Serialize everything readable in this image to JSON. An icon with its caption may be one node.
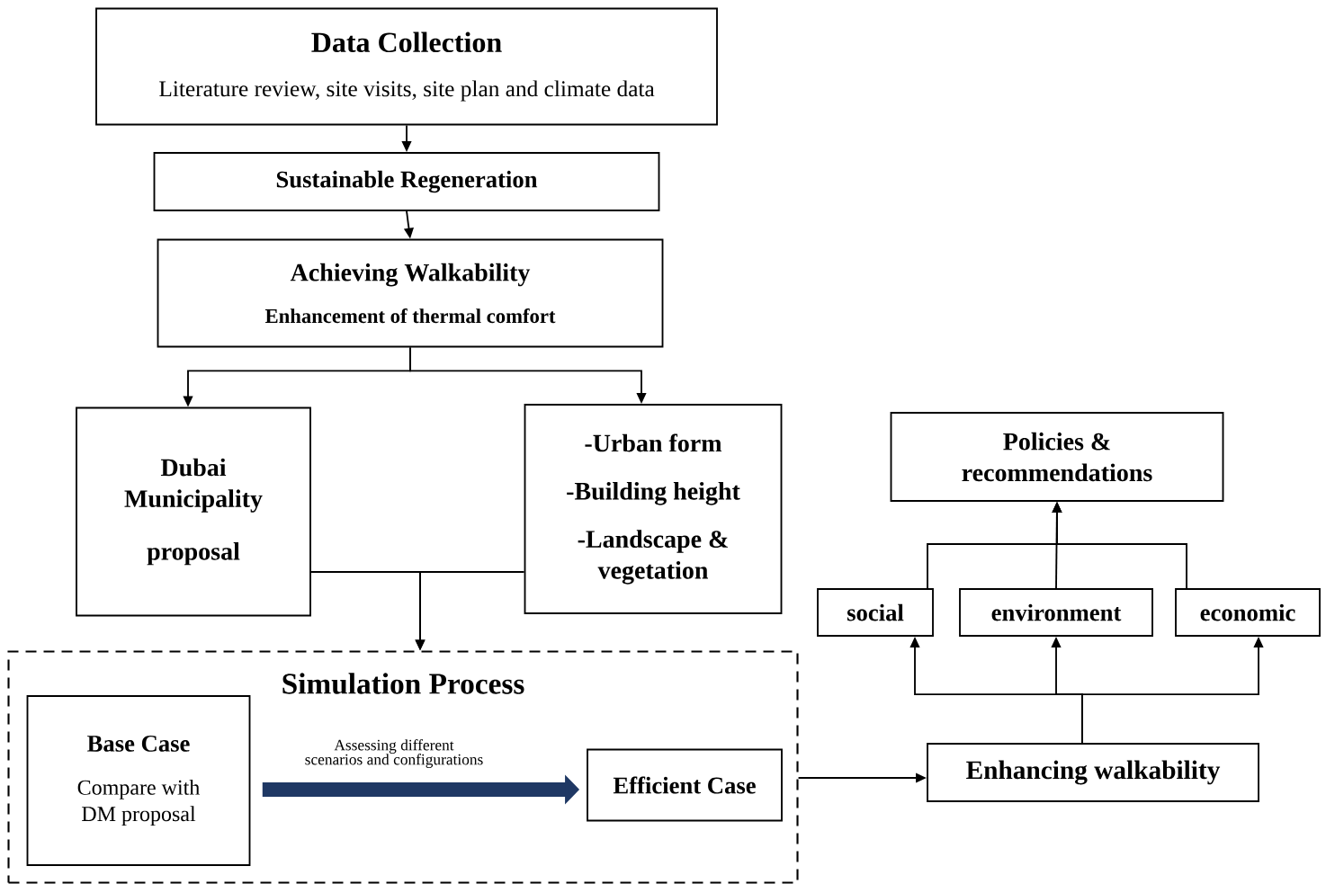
{
  "diagram": {
    "nodes": [
      {
        "text": [
          "Data Collection",
          "Literature review, site visits, site plan and climate data"
        ]
      },
      {
        "text": [
          "Sustainable Regeneration"
        ]
      },
      {
        "text": [
          "Achieving Walkability",
          "Enhancement of thermal comfort"
        ]
      },
      {
        "text": [
          "Dubai Municipality",
          "proposal"
        ]
      },
      {
        "text": [
          "-Urban form",
          "-Building height",
          "-Landscape & vegetation"
        ]
      },
      {
        "text": [
          "Simulation Process"
        ]
      },
      {
        "text": [
          "Base Case",
          "Compare with DM proposal"
        ],
        "in": 5
      },
      {
        "text": [
          "Efficient Case"
        ],
        "in": 5
      },
      {
        "text": [
          "Enhancing walkability"
        ]
      },
      {
        "text": [
          "social"
        ]
      },
      {
        "text": [
          "environment"
        ]
      },
      {
        "text": [
          "economic"
        ]
      },
      {
        "text": [
          "Policies & recommendations"
        ]
      }
    ],
    "edges": [
      {
        "from": 0,
        "to": 1,
        "arrow": "to"
      },
      {
        "from": 1,
        "to": 2,
        "arrow": "to"
      },
      {
        "from": 2,
        "to": 3,
        "arrow": "to"
      },
      {
        "from": 2,
        "to": 4,
        "arrow": "to"
      },
      {
        "from": 3,
        "to": 5,
        "arrow": "to"
      },
      {
        "from": 4,
        "to": 5,
        "arrow": "to"
      },
      {
        "from": 6,
        "to": 7,
        "arrow": "to",
        "label": "Assessing different scenarios and configurations",
        "style": "thick",
        "color": "#1f3864"
      },
      {
        "from": 5,
        "to": 8,
        "arrow": "to"
      },
      {
        "from": 8,
        "to": 9,
        "arrow": "to"
      },
      {
        "from": 8,
        "to": 10,
        "arrow": "to"
      },
      {
        "from": 8,
        "to": 11,
        "arrow": "to"
      },
      {
        "from": 9,
        "to": 12,
        "arrow": "to"
      },
      {
        "from": 10,
        "to": 12,
        "arrow": "to"
      },
      {
        "from": 11,
        "to": 12,
        "arrow": "to"
      }
    ]
  }
}
